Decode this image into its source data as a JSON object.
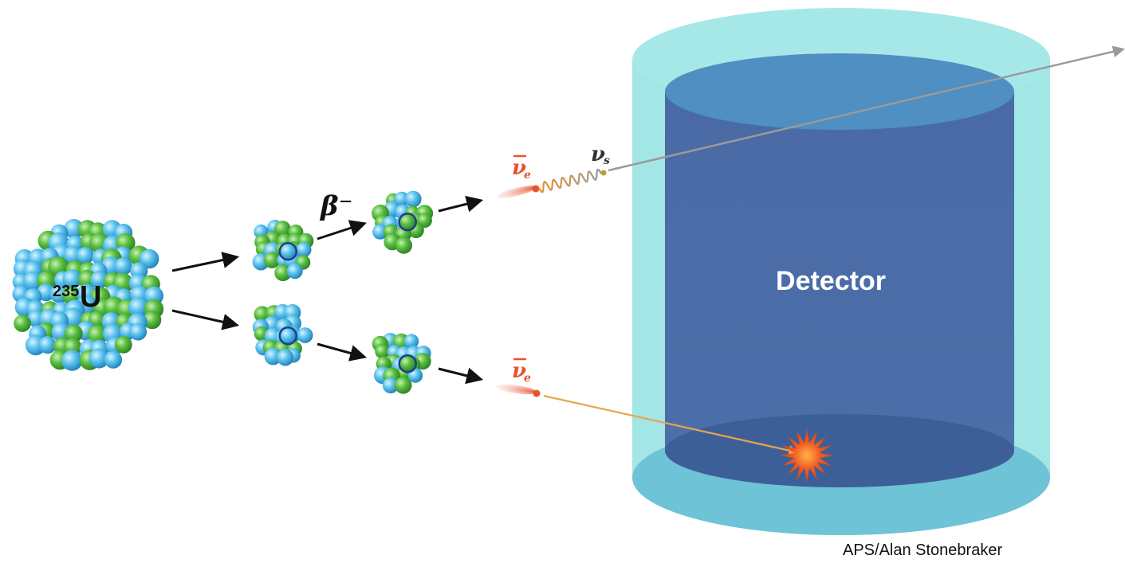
{
  "diagram": {
    "nucleus_label": {
      "mass_number": "235",
      "symbol": "U"
    },
    "beta_label": "β⁻",
    "antineutrino_symbol": "ν",
    "antineutrino_subscript": "e",
    "sterile_symbol": "ν",
    "sterile_subscript": "s",
    "detector_label": "Detector"
  },
  "credit": "APS/Alan Stonebraker",
  "colors": {
    "nucleon_blue": "#56bde8",
    "nucleon_green": "#4cb848",
    "detector_outer": "#a3e6e6",
    "detector_outer_bottom": "#6ec3d6",
    "detector_inner": "#4e6fa6",
    "detector_inner_top": "#4f8fc2",
    "detector_inner_bottom": "#3d5f98",
    "antineutrino": "#e8522e",
    "flash": "#f05a22",
    "arrow": "#111111",
    "sterile_track": "#9a9a9a",
    "orange_track": "#e8a452"
  }
}
